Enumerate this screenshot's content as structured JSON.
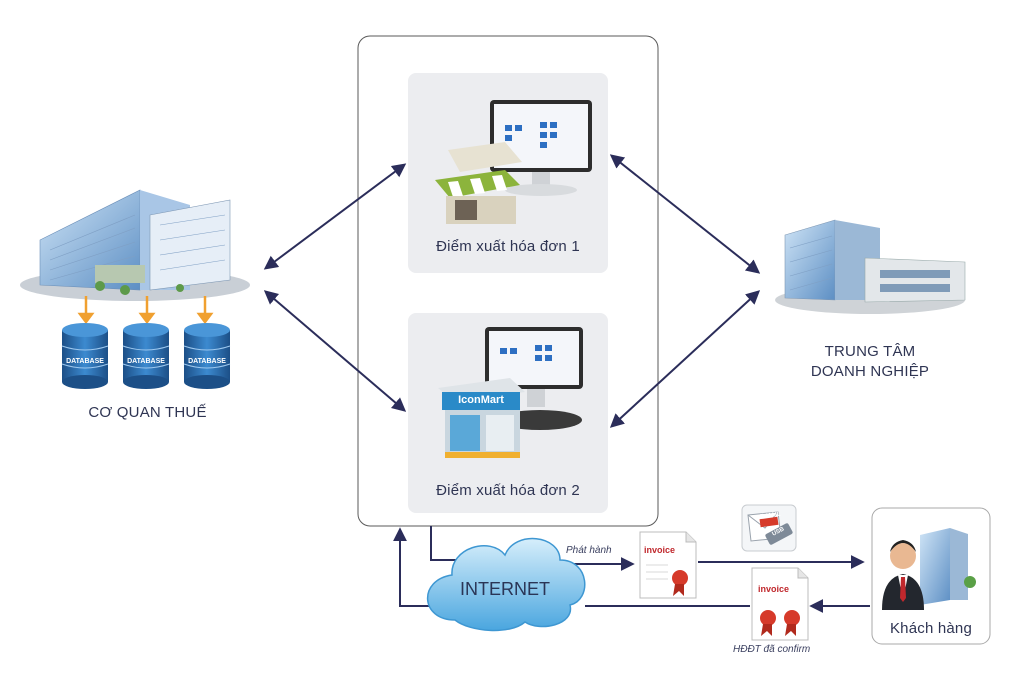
{
  "tax_office": {
    "label": "CƠ QUAN THUẾ",
    "db_label": "DATABASE"
  },
  "hq": {
    "label_line1": "TRUNG TÂM",
    "label_line2": "DOANH NGHIỆP"
  },
  "point1": {
    "label": "Điểm xuất hóa đơn 1"
  },
  "point2": {
    "label": "Điểm xuất hóa đơn 2",
    "store_sign": "IconMart"
  },
  "internet": {
    "label": "INTERNET"
  },
  "flow": {
    "issue_label": "Phát hành",
    "confirmed_label": "HĐĐT đã confirm",
    "invoice_word": "invoice",
    "email_label": "E-MAIL",
    "usb_label": "USB"
  },
  "customer": {
    "label": "Khách hàng"
  },
  "colors": {
    "arrow": "#2b2d5a",
    "cloud": "#5fb4e6",
    "database": "#1f5d9a",
    "db_arrow": "#f0a030"
  }
}
